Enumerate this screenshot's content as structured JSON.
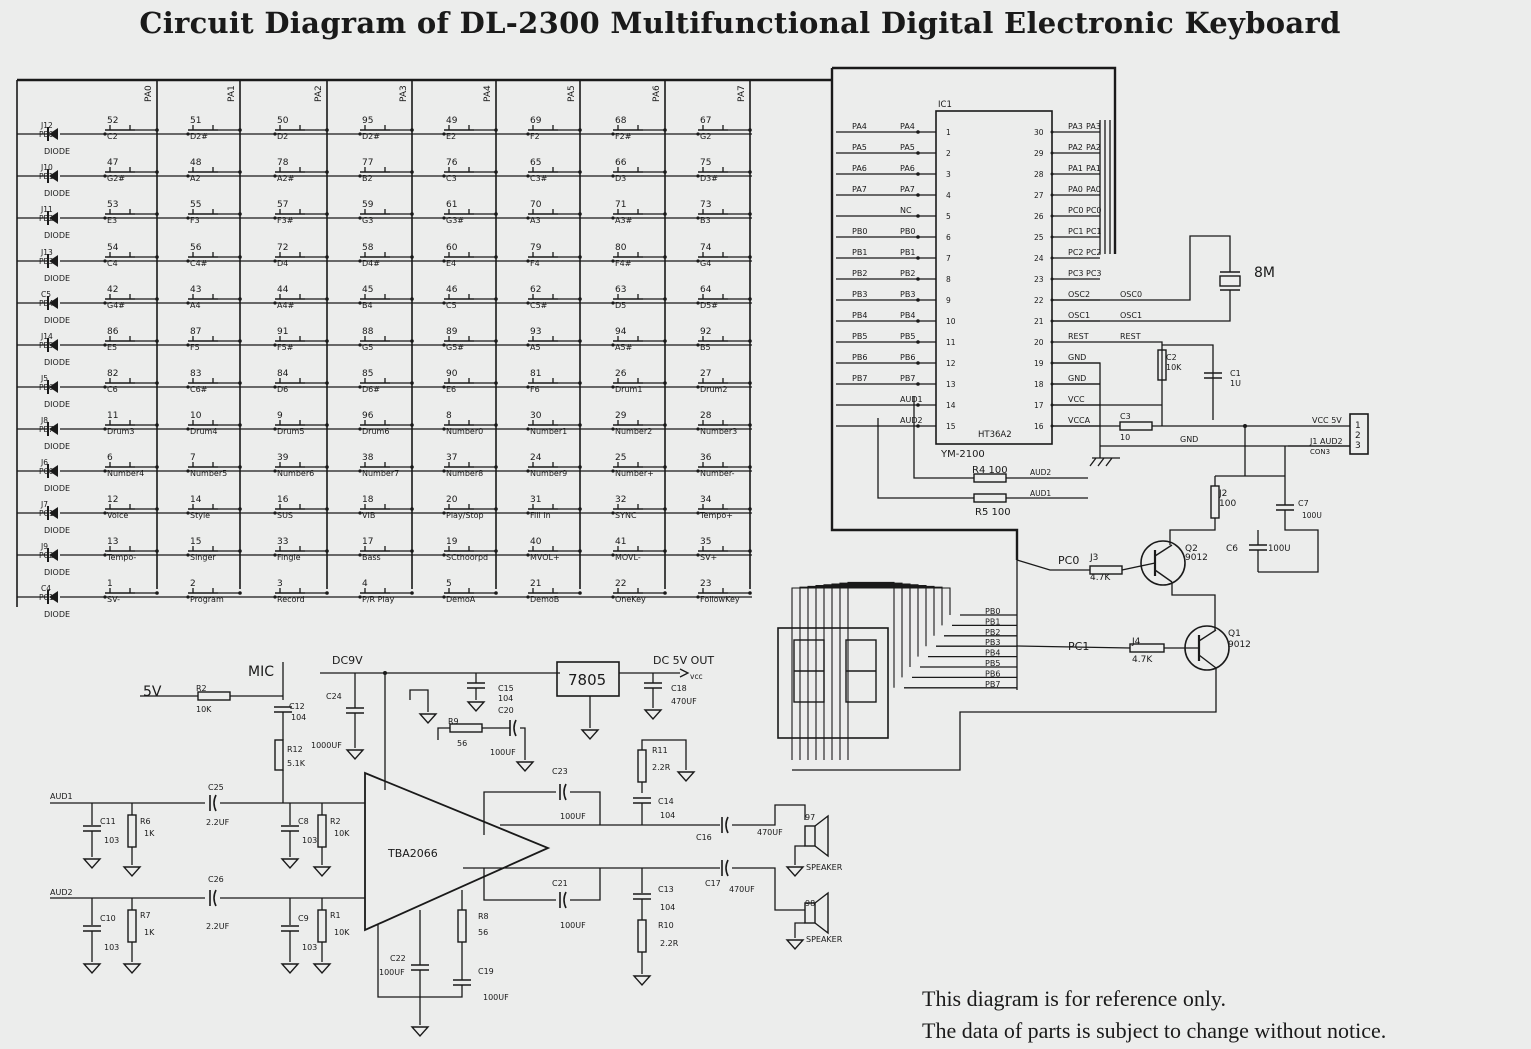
{
  "title": "Circuit Diagram of  DL-2300  Multifunctional Digital Electronic Keyboard",
  "note": {
    "line1": "This diagram is for reference only.",
    "line2": "The data of parts is subject to change without notice."
  },
  "matrix": {
    "columns": [
      "PA0",
      "PA1",
      "PA2",
      "PA3",
      "PA4",
      "PA5",
      "PA6",
      "PA7"
    ],
    "rows": [
      {
        "port": "PB0",
        "jumper": "J12",
        "diode": "DIODE",
        "keys": [
          [
            "52",
            "C2"
          ],
          [
            "51",
            "D2#"
          ],
          [
            "50",
            "D2"
          ],
          [
            "95",
            "D2#"
          ],
          [
            "49",
            "E2"
          ],
          [
            "69",
            "F2"
          ],
          [
            "68",
            "F2#"
          ],
          [
            "67",
            "G2"
          ]
        ]
      },
      {
        "port": "PB1",
        "jumper": "J10",
        "diode": "DIODE",
        "keys": [
          [
            "47",
            "G2#"
          ],
          [
            "48",
            "A2"
          ],
          [
            "78",
            "A2#"
          ],
          [
            "77",
            "B2"
          ],
          [
            "76",
            "C3"
          ],
          [
            "65",
            "C3#"
          ],
          [
            "66",
            "D3"
          ],
          [
            "75",
            "D3#"
          ]
        ]
      },
      {
        "port": "PB2",
        "jumper": "J11",
        "diode": "DIODE",
        "keys": [
          [
            "53",
            "E3"
          ],
          [
            "55",
            "F3"
          ],
          [
            "57",
            "F3#"
          ],
          [
            "59",
            "G3"
          ],
          [
            "61",
            "G3#"
          ],
          [
            "70",
            "A3"
          ],
          [
            "71",
            "A3#"
          ],
          [
            "73",
            "B3"
          ]
        ]
      },
      {
        "port": "PB3",
        "jumper": "J13",
        "diode": "DIODE",
        "keys": [
          [
            "54",
            "C4"
          ],
          [
            "56",
            "C4#"
          ],
          [
            "72",
            "D4"
          ],
          [
            "58",
            "D4#"
          ],
          [
            "60",
            "E4"
          ],
          [
            "79",
            "F4"
          ],
          [
            "80",
            "F4#"
          ],
          [
            "74",
            "G4"
          ]
        ]
      },
      {
        "port": "PB4",
        "jumper": "C5",
        "diode": "DIODE",
        "keys": [
          [
            "42",
            "G4#"
          ],
          [
            "43",
            "A4"
          ],
          [
            "44",
            "A4#"
          ],
          [
            "45",
            "B4"
          ],
          [
            "46",
            "C5"
          ],
          [
            "62",
            "C5#"
          ],
          [
            "63",
            "D5"
          ],
          [
            "64",
            "D5#"
          ]
        ]
      },
      {
        "port": "PB5",
        "jumper": "J14",
        "diode": "DIODE",
        "keys": [
          [
            "86",
            "E5"
          ],
          [
            "87",
            "F5"
          ],
          [
            "91",
            "F5#"
          ],
          [
            "88",
            "G5"
          ],
          [
            "89",
            "G5#"
          ],
          [
            "93",
            "A5"
          ],
          [
            "94",
            "A5#"
          ],
          [
            "92",
            "B5"
          ]
        ]
      },
      {
        "port": "PB6",
        "jumper": "J5",
        "diode": "DIODE",
        "keys": [
          [
            "82",
            "C6"
          ],
          [
            "83",
            "C6#"
          ],
          [
            "84",
            "D6"
          ],
          [
            "85",
            "D6#"
          ],
          [
            "90",
            "E6"
          ],
          [
            "81",
            "F6"
          ],
          [
            "26",
            "Drum1"
          ],
          [
            "27",
            "Drum2"
          ]
        ]
      },
      {
        "port": "PB7",
        "jumper": "J8",
        "diode": "DIODE",
        "keys": [
          [
            "11",
            "Drum3"
          ],
          [
            "10",
            "Drum4"
          ],
          [
            "9",
            "Drum5"
          ],
          [
            "96",
            "Drum6"
          ],
          [
            "8",
            "Number0"
          ],
          [
            "30",
            "Number1"
          ],
          [
            "29",
            "Number2"
          ],
          [
            "28",
            "Number3"
          ]
        ]
      },
      {
        "port": "PC0",
        "jumper": "J6",
        "diode": "DIODE",
        "keys": [
          [
            "6",
            "Number4"
          ],
          [
            "7",
            "Number5"
          ],
          [
            "39",
            "Number6"
          ],
          [
            "38",
            "Number7"
          ],
          [
            "37",
            "Number8"
          ],
          [
            "24",
            "Number9"
          ],
          [
            "25",
            "Number+"
          ],
          [
            "36",
            "Number-"
          ]
        ]
      },
      {
        "port": "PC1",
        "jumper": "J7",
        "diode": "DIODE",
        "keys": [
          [
            "12",
            "Voice"
          ],
          [
            "14",
            "Style"
          ],
          [
            "16",
            "SUS"
          ],
          [
            "18",
            "VIB"
          ],
          [
            "20",
            "Play/Stop"
          ],
          [
            "31",
            "Fill In"
          ],
          [
            "32",
            "SYNC"
          ],
          [
            "34",
            "Tempo+"
          ]
        ]
      },
      {
        "port": "PC2",
        "jumper": "J9",
        "diode": "DIODE",
        "keys": [
          [
            "13",
            "Tempo-"
          ],
          [
            "15",
            "Singer"
          ],
          [
            "33",
            "Fingle"
          ],
          [
            "17",
            "Bass"
          ],
          [
            "19",
            "SCthoorpd"
          ],
          [
            "40",
            "MVOL+"
          ],
          [
            "41",
            "MOVL-"
          ],
          [
            "35",
            "SV+"
          ]
        ]
      },
      {
        "port": "PC1",
        "jumper": "C4",
        "diode": "DIODE",
        "keys": [
          [
            "1",
            "SV-"
          ],
          [
            "2",
            "Program"
          ],
          [
            "3",
            "Record"
          ],
          [
            "4",
            "P/R Play"
          ],
          [
            "5",
            "DemoA"
          ],
          [
            "21",
            "DemoB"
          ],
          [
            "22",
            "OneKey"
          ],
          [
            "23",
            "FollowKey"
          ]
        ]
      }
    ]
  },
  "ic": {
    "ref": "IC1",
    "model": "HT36A2",
    "part": "YM-2100",
    "left_pins": [
      {
        "n": "1",
        "net": "PA4",
        "name": "PA4"
      },
      {
        "n": "2",
        "net": "PA5",
        "name": "PA5"
      },
      {
        "n": "3",
        "net": "PA6",
        "name": "PA6"
      },
      {
        "n": "4",
        "net": "PA7",
        "name": "PA7"
      },
      {
        "n": "5",
        "net": "",
        "name": "NC"
      },
      {
        "n": "6",
        "net": "PB0",
        "name": "PB0"
      },
      {
        "n": "7",
        "net": "PB1",
        "name": "PB1"
      },
      {
        "n": "8",
        "net": "PB2",
        "name": "PB2"
      },
      {
        "n": "9",
        "net": "PB3",
        "name": "PB3"
      },
      {
        "n": "10",
        "net": "PB4",
        "name": "PB4"
      },
      {
        "n": "11",
        "net": "PB5",
        "name": "PB5"
      },
      {
        "n": "12",
        "net": "PB6",
        "name": "PB6"
      },
      {
        "n": "13",
        "net": "PB7",
        "name": "PB7"
      },
      {
        "n": "14",
        "net": "",
        "name": "AUD1"
      },
      {
        "n": "15",
        "net": "",
        "name": "AUD2"
      }
    ],
    "right_pins": [
      {
        "n": "30",
        "name": "PA3",
        "net": "PA3"
      },
      {
        "n": "29",
        "name": "PA2",
        "net": "PA2"
      },
      {
        "n": "28",
        "name": "PA1",
        "net": "PA1"
      },
      {
        "n": "27",
        "name": "PA0",
        "net": "PA0"
      },
      {
        "n": "26",
        "name": "PC0",
        "net": "PC0"
      },
      {
        "n": "25",
        "name": "PC1",
        "net": "PC1"
      },
      {
        "n": "24",
        "name": "PC2",
        "net": "PC2"
      },
      {
        "n": "23",
        "name": "PC3",
        "net": "PC3"
      },
      {
        "n": "22",
        "name": "OSC2",
        "net": "OSC0"
      },
      {
        "n": "21",
        "name": "OSC1",
        "net": "OSC1"
      },
      {
        "n": "20",
        "name": "REST",
        "net": "REST"
      },
      {
        "n": "19",
        "name": "GND",
        "net": ""
      },
      {
        "n": "18",
        "name": "GND",
        "net": ""
      },
      {
        "n": "17",
        "name": "VCC",
        "net": ""
      },
      {
        "n": "16",
        "name": "VCCA",
        "net": ""
      }
    ]
  },
  "parts": {
    "crystal": "8M",
    "c2_ref": "C2",
    "c2_val": "10K",
    "c1_ref": "C1",
    "c1_val": "1U",
    "c3_ref": "C3",
    "c3_val": "10",
    "vcc5v": "VCC 5V",
    "gnd": "GND",
    "con_aud": "J1 AUD2",
    "con_ref": "CON3",
    "con_pins": [
      "1",
      "2",
      "3"
    ],
    "r4": "R4 100",
    "r5": "R5 100",
    "aud2": "AUD2",
    "aud1": "AUD1",
    "j2_ref": "J2",
    "j2_val": "100",
    "c7_ref": "C7",
    "c7_val": "100U",
    "c6_ref": "C6",
    "c6_val": "100U",
    "pc0": "PC0",
    "j3_ref": "J3",
    "j3_val": "4.7K",
    "q2_ref": "Q2",
    "q2_val": "9012",
    "pc1": "PC1",
    "j4_ref": "J4",
    "j4_val": "4.7K",
    "q1_ref": "Q1",
    "q1_val": "9012",
    "display_pins": [
      "PB0",
      "PB1",
      "PB2",
      "PB3",
      "PB4",
      "PB5",
      "PB6",
      "PB7"
    ]
  },
  "amp": {
    "mic": "MIC",
    "dc9v": "DC9V",
    "five_v": "5V",
    "r2a_ref": "R2",
    "r2a_val": "10K",
    "c12_ref": "C12",
    "c12_val": "104",
    "c24_ref": "C24",
    "c24_val": "1000UF",
    "c15_ref": "C15",
    "c15_val": "104",
    "c20_ref": "C20",
    "c20_val": "100UF",
    "reg": "7805",
    "dc5v_out": "DC 5V  OUT",
    "vcc": "vcc",
    "c18_ref": "C18",
    "c18_val": "470UF",
    "r9_ref": "R9",
    "r9_val": "56",
    "r12_ref": "R12",
    "r12_val": "5.1K",
    "r11_ref": "R11",
    "r11_val": "2.2R",
    "c23_ref": "C23",
    "c23_val": "100UF",
    "c14_ref": "C14",
    "c14_val": "104",
    "aud1": "AUD1",
    "aud2": "AUD2",
    "c25_ref": "C25",
    "c25_val": "2.2UF",
    "c26_ref": "C26",
    "c26_val": "2.2UF",
    "c11_ref": "C11",
    "c11_val": "103",
    "r6_ref": "R6",
    "r6_val": "1K",
    "c8_ref": "C8",
    "c8_val": "103",
    "r2b_ref": "R2",
    "r2b_val": "10K",
    "c10_ref": "C10",
    "c10_val": "103",
    "r7_ref": "R7",
    "r7_val": "1K",
    "c9_ref": "C9",
    "c9_val": "103",
    "r1_ref": "R1",
    "r1_val": "10K",
    "ic": "TBA2066",
    "c16_ref": "C16",
    "c16_val": "470UF",
    "c17_ref": "C17",
    "c17_val": "470UF",
    "c21_ref": "C21",
    "c21_val": "100UF",
    "c13_ref": "C13",
    "c13_val": "104",
    "r10_ref": "R10",
    "r10_val": "2.2R",
    "r8_ref": "R8",
    "r8_val": "56",
    "c22_ref": "C22",
    "c22_val": "100UF",
    "c19_ref": "C19",
    "c19_val": "100UF",
    "spk1_num": "97",
    "spk2_num": "98",
    "speaker": "SPEAKER"
  }
}
